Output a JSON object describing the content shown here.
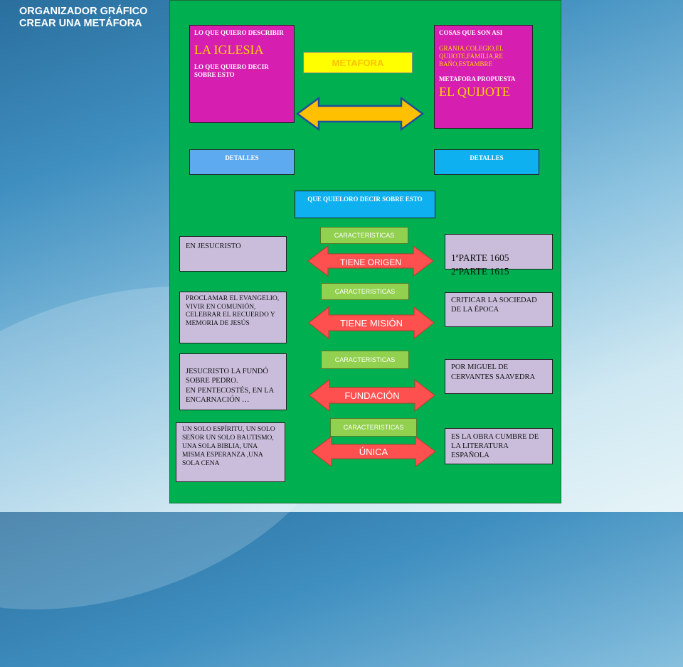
{
  "slide_title": [
    "ORGANIZADOR GRÁFICO",
    "CREAR UNA METÁFORA"
  ],
  "left_box": {
    "line1": "LO QUE QUIERO DESCRIBIR",
    "big": "LA IGLESIA",
    "line2": "LO QUE QUIERO DECIR SOBRE ESTO"
  },
  "right_box": {
    "line1": "COSAS QUE SON ASI",
    "list": "GRANJA,COLEGIO,EL QUIJOTE,FAMILIA,RE BAÑO,ESTAMBRE",
    "line2": "METAFORA PROPUESTA",
    "big": "EL QUIJOTE"
  },
  "metafora_label": "METAFORA",
  "detalles_left": "DETALLES",
  "detalles_right": "DETALLES",
  "que_quiero": "QUE QUIELORO DECIR SOBRE ESTO",
  "rows": [
    {
      "left": "EN JESUCRISTO",
      "chip": "CARACTERÍSTICAS",
      "arrow": "TIENE ORIGEN",
      "right": "1ªPARTE 1605\n2ªPARTE 1615"
    },
    {
      "left": "PROCLAMAR EL EVANGELIO, VIVIR EN COMUNIÓN, CELEBRAR EL RECUERDO Y MEMORIA DE JESÚS",
      "chip": "CARACTERISTICAS",
      "arrow": "TIENE MISIÓN",
      "right": "CRITICAR LA SOCIEDAD DE LA ÉPOCA"
    },
    {
      "left": "JESUCRISTO LA FUNDÓ SOBRE PEDRO.\nEN PENTECOSTÉS, EN LA ENCARNACIÓN …",
      "chip": "CARACTERISTICAS",
      "arrow": "FUNDACIÓN",
      "right": "POR MIGUEL DE CERVANTES SAAVEDRA"
    },
    {
      "left": "UN SOLO ESPÍRITU, UN SOLO SEÑOR UN SOLO BAUTISMO, UNA SOLA BIBLIA, UNA MISMA ESPERANZA ,UNA SOLA CENA",
      "chip": "CARACTERISTICAS",
      "arrow": "ÚNICA",
      "right": "ES LA OBRA CUMBRE DE LA LITERATURA ESPAÑOLA"
    }
  ],
  "colors": {
    "board": "#00b050",
    "magenta": "#d61fb1",
    "yellow": "#ffff00",
    "orange_arrow": "#ffc000",
    "red_arrow": "#ff5050",
    "chip": "#92d050",
    "lavender": "#c9bddb"
  }
}
